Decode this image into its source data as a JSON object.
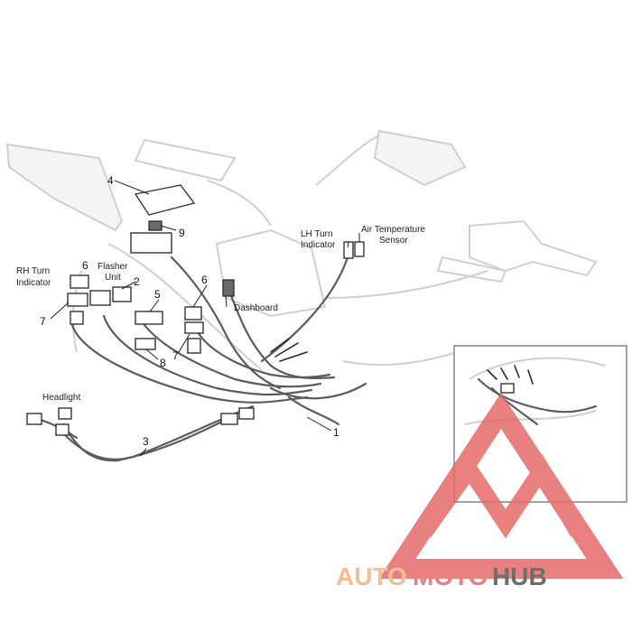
{
  "labels": {
    "rh_turn_indicator_1": "RH Turn",
    "rh_turn_indicator_2": "Indicator",
    "flasher_unit_1": "Flasher",
    "flasher_unit_2": "Unit",
    "lh_turn_indicator_1": "LH Turn",
    "lh_turn_indicator_2": "Indicator",
    "air_temp_sensor_1": "Air Temperature",
    "air_temp_sensor_2": "Sensor",
    "dashboard": "Dashboard",
    "headlight": "Headlight"
  },
  "callouts": {
    "n1": "1",
    "n2": "2",
    "n3": "3",
    "n4": "4",
    "n5": "5",
    "n6a": "6",
    "n6b": "6",
    "n7a": "7",
    "n7b": "7",
    "n8": "8",
    "n9": "9"
  },
  "watermark": {
    "part1": "AUTO",
    "part2": "MOTO",
    "part3": "HUB",
    "color_primary": "#f4b183",
    "color_accent": "#e46a6a",
    "color_dark": "#555555"
  }
}
